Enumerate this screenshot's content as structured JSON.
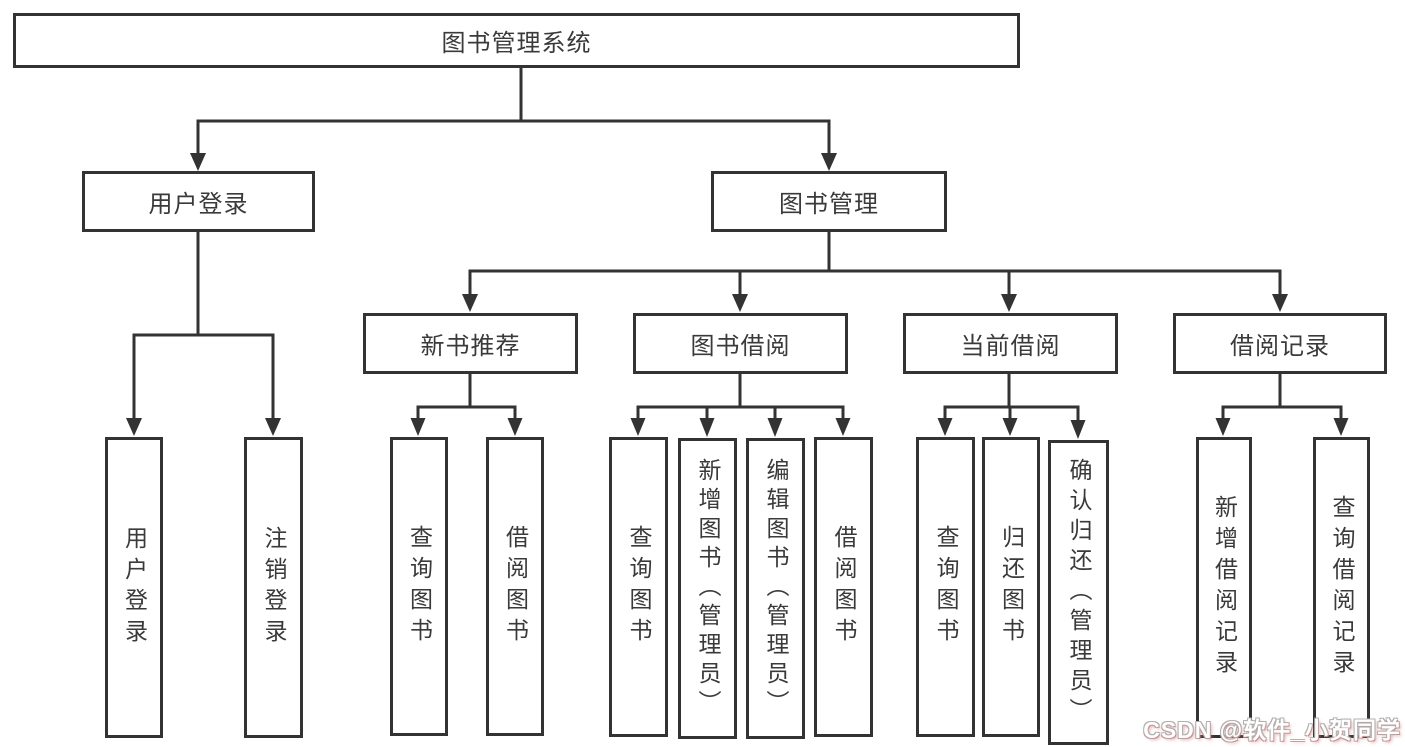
{
  "diagram": {
    "root": {
      "label": "图书管理系统",
      "children": [
        {
          "label": "用户登录",
          "children": [
            {
              "label": "用户登录"
            },
            {
              "label": "注销登录"
            }
          ]
        },
        {
          "label": "图书管理",
          "children": [
            {
              "label": "新书推荐",
              "children": [
                {
                  "label": "查询图书"
                },
                {
                  "label": "借阅图书"
                }
              ]
            },
            {
              "label": "图书借阅",
              "children": [
                {
                  "label": "查询图书"
                },
                {
                  "label": "新增图书（管理员）"
                },
                {
                  "label": "编辑图书（管理员）"
                },
                {
                  "label": "借阅图书"
                }
              ]
            },
            {
              "label": "当前借阅",
              "children": [
                {
                  "label": "查询图书"
                },
                {
                  "label": "归还图书"
                },
                {
                  "label": "确认归还（管理员）"
                }
              ]
            },
            {
              "label": "借阅记录",
              "children": [
                {
                  "label": "新增借阅记录"
                },
                {
                  "label": "查询借阅记录"
                }
              ]
            }
          ]
        }
      ]
    }
  },
  "watermark": {
    "text": "CSDN @软件_小贺同学"
  },
  "colors": {
    "line": "#333333",
    "border": "#333333",
    "text": "#3a3a3a",
    "background": "#ffffff",
    "watermark_fill": "#ffffff",
    "watermark_accent": "#c98e8e"
  }
}
